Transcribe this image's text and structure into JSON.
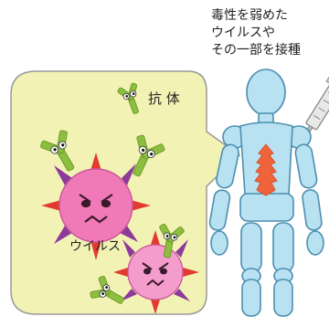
{
  "caption": {
    "lines": [
      "毒性を弱めた",
      "ウイルスや",
      "その一部を接種"
    ]
  },
  "labels": {
    "antibody": "抗 体",
    "virus": "ウイルス"
  },
  "colors": {
    "bubble_fill": "#f2f2b4",
    "bubble_stroke": "#999999",
    "body_fill": "#b8e1f1",
    "body_stroke": "#4d8fb0",
    "spine": "#f0643c",
    "virus_large": "#f07ab8",
    "virus_small": "#f49ccb",
    "spike_red": "#e23b2e",
    "spike_purple": "#8d3a9a",
    "antibody_green": "#8cbf3f",
    "syringe": "#bdbdbd"
  }
}
